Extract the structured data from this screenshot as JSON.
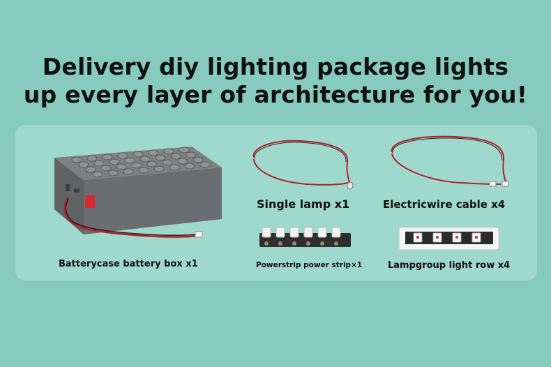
{
  "headline": {
    "line1": "Delivery diy lighting package lights",
    "line2": "up every layer of architecture for you!"
  },
  "items": [
    {
      "label": "Batterycase battery box x1"
    },
    {
      "label": "Single lamp x1"
    },
    {
      "label": "Electricwire cable x4"
    },
    {
      "label": "Powerstrip power strip×1"
    },
    {
      "label": "Lampgroup light row x4"
    }
  ],
  "colors": {
    "background": "#87cbbe",
    "panel": "#9fd8cd",
    "brick": "#6b6f72",
    "switch": "#e0262b",
    "wire_red": "#b0212b"
  },
  "icons": [
    "battery-box-image",
    "single-lamp-image",
    "electric-wire-image",
    "power-strip-image",
    "light-row-image"
  ]
}
